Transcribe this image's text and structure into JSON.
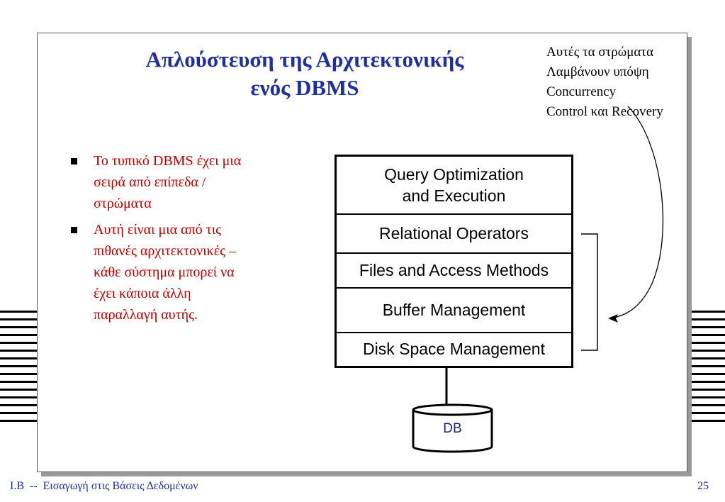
{
  "slide": {
    "title_line1": "Απλούστευση της Αρχιτεκτονικής",
    "title_line2": "ενός DBMS",
    "note_lines": [
      "Αυτές τα στρώματα",
      "Λαμβάνουν υπόψη",
      "Concurrency",
      "Control και Recovery"
    ],
    "bullets": [
      {
        "lines": [
          "Το τυπικό DBMS έχει μια",
          "σειρά από επίπεδα /",
          "στρώματα"
        ]
      },
      {
        "lines": [
          "Αυτή είναι μια από τις",
          "πιθανές αρχιτεκτονικές –",
          "κάθε σύστημα  μπορεί να",
          "έχει κάποια άλλη",
          "παραλλαγή αυτής."
        ]
      }
    ],
    "layers": [
      {
        "line1": "Query Optimization",
        "line2": "and Execution"
      },
      {
        "line1": "Relational Operators"
      },
      {
        "line1": "Files and Access Methods"
      },
      {
        "line1": "Buffer Management"
      },
      {
        "line1": "Disk Space Management"
      }
    ],
    "db_label": "DB"
  },
  "footer": {
    "left": "I.B  --  Εισαγωγή στις Βάσεις Δεδομένων",
    "page_number": "25"
  }
}
